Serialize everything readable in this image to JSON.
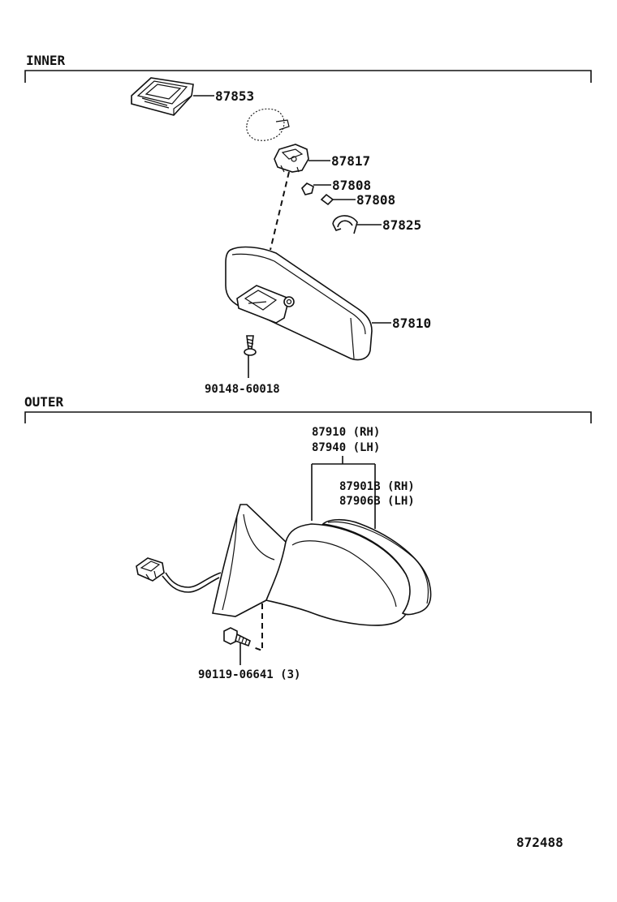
{
  "sections": {
    "inner": "INNER",
    "outer": "OUTER"
  },
  "parts": {
    "p87853": "87853",
    "p87817": "87817",
    "p87808a": "87808",
    "p87808b": "87808",
    "p87825": "87825",
    "p87810": "87810",
    "p90148": "90148-60018",
    "p87910": "87910 (RH)",
    "p87940": "87940 (LH)",
    "p87901b": "87901B (RH)",
    "p87906b": "87906B (LH)",
    "p90119": "90119-06641 (3)"
  },
  "diagram_id": "872488"
}
